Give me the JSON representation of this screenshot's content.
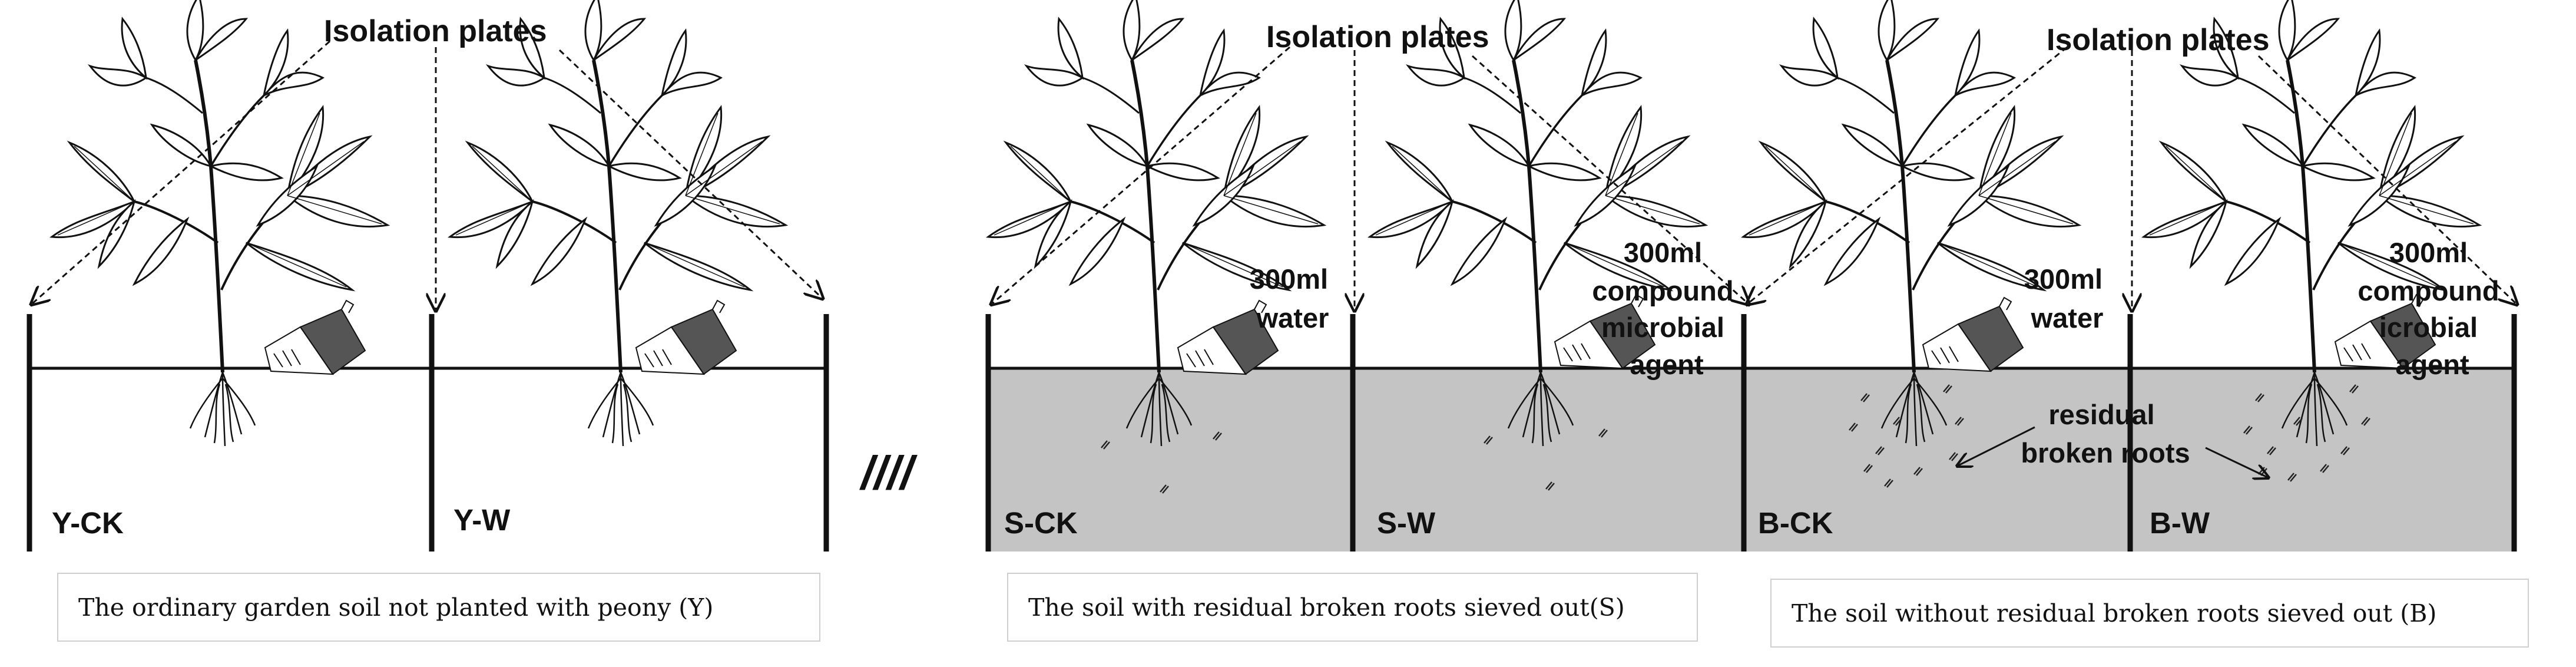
{
  "labels": {
    "isolation_plates": "Isolation plates",
    "water": [
      "300ml",
      "water"
    ],
    "agent_s": [
      "300ml",
      "compound",
      "microbial",
      "agent"
    ],
    "agent_b": [
      "300ml",
      "compound",
      "icrobial",
      "agent"
    ],
    "residual": [
      "residual",
      "broken roots"
    ],
    "separator": "////"
  },
  "plots": [
    "Y-CK",
    "Y-W",
    "S-CK",
    "S-W",
    "B-CK",
    "B-W"
  ],
  "captions": [
    "The ordinary garden soil not planted with peony (Y)",
    "The soil with residual broken roots sieved out(S)",
    "The soil without residual broken roots sieved out (B)"
  ],
  "colors": {
    "soil": "#c4c4c4",
    "line": "#111111",
    "caption_border": "#cfcfcf"
  },
  "icons": [
    "peony-plant-icon",
    "flask-icon",
    "root-fragment-icon"
  ]
}
